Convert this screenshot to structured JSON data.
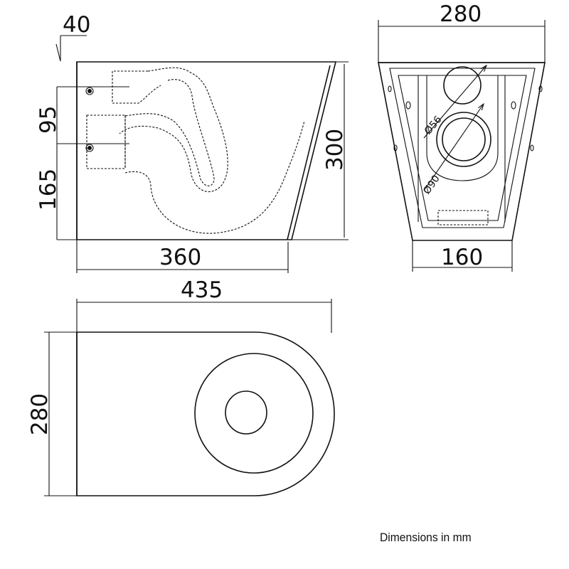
{
  "dimensions": {
    "top_offset": "40",
    "height_upper": "95",
    "height_lower": "165",
    "total_height": "300",
    "side_length": "360",
    "top_width_front": "280",
    "bottom_width_front": "160",
    "pipe_small": "Ø56",
    "pipe_large": "Ø90",
    "plan_length": "435",
    "plan_width": "280"
  },
  "caption": "Dimensions in mm"
}
